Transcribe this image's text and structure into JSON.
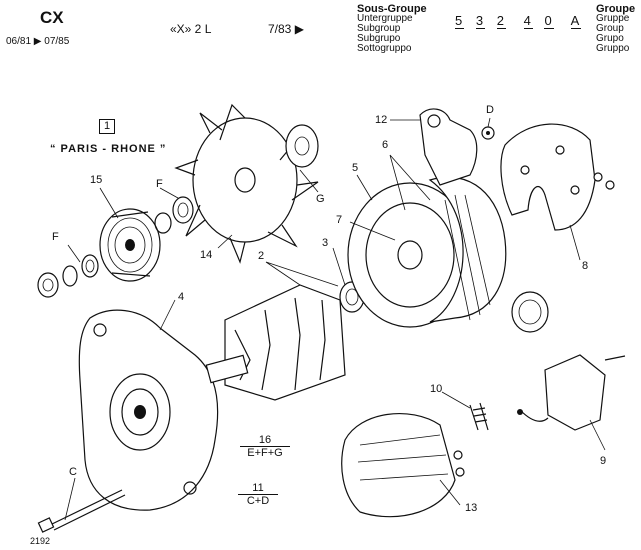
{
  "header": {
    "model": "CX",
    "dates": "06/81 ▶ 07/85",
    "variant": "«X» 2 L",
    "variant_date": "7/83 ▶",
    "subgroup_labels": [
      "Sous-Groupe",
      "Untergruppe",
      "Subgroup",
      "Subgrupo",
      "Sottogruppo"
    ],
    "code_digits": [
      "5",
      "3",
      "2",
      "4",
      "0",
      "A"
    ],
    "group_labels": [
      "Groupe",
      "Gruppe",
      "Group",
      "Grupo",
      "Gruppo"
    ]
  },
  "diagram": {
    "boxed_number": "1",
    "maker": "“ PARIS - RHONE ”",
    "callouts": {
      "c2": "2",
      "c3": "3",
      "c4": "4",
      "c5": "5",
      "c6": "6",
      "c7": "7",
      "c8": "8",
      "c9": "9",
      "c10": "10",
      "c12": "12",
      "c13": "13",
      "c14": "14",
      "c15": "15",
      "cD": "D",
      "cF1": "F",
      "cF2": "F",
      "cG": "G",
      "cC": "C"
    },
    "fraction1": {
      "num": "16",
      "den": "E+F+G"
    },
    "fraction2": {
      "num": "11",
      "den": "C+D"
    },
    "footer_number": "2192"
  }
}
